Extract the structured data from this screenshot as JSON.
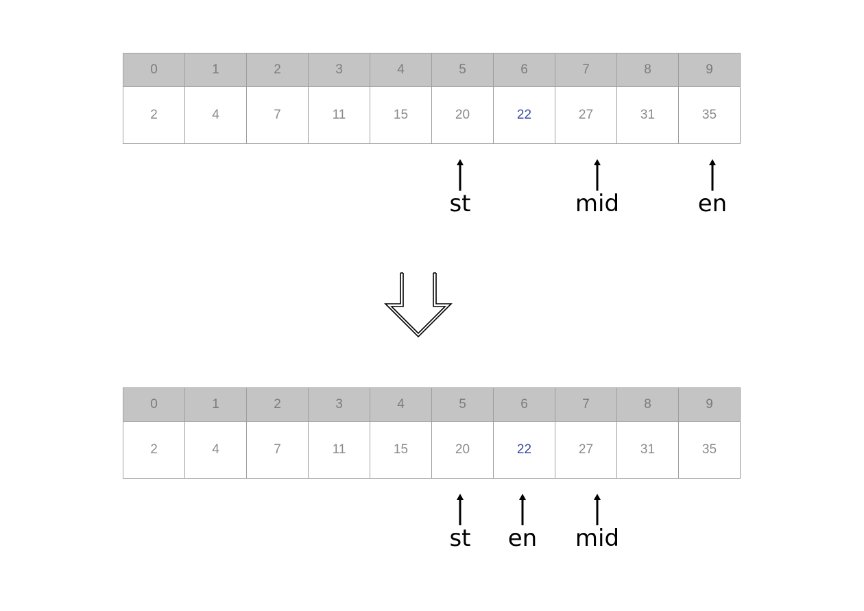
{
  "diagram": {
    "target_index": 6,
    "before": {
      "indices": [
        "0",
        "1",
        "2",
        "3",
        "4",
        "5",
        "6",
        "7",
        "8",
        "9"
      ],
      "values": [
        "2",
        "4",
        "7",
        "11",
        "15",
        "20",
        "22",
        "27",
        "31",
        "35"
      ],
      "pointers": [
        {
          "label": "st",
          "index": 5
        },
        {
          "label": "mid",
          "index": 7
        },
        {
          "label": "en",
          "index": 9
        }
      ]
    },
    "after": {
      "indices": [
        "0",
        "1",
        "2",
        "3",
        "4",
        "5",
        "6",
        "7",
        "8",
        "9"
      ],
      "values": [
        "2",
        "4",
        "7",
        "11",
        "15",
        "20",
        "22",
        "27",
        "31",
        "35"
      ],
      "pointers": [
        {
          "label": "st",
          "index": 5
        },
        {
          "label": "en",
          "index": 6
        },
        {
          "label": "mid",
          "index": 7
        }
      ]
    },
    "transition_icon": "hollow-down-arrow-icon",
    "colors": {
      "header_bg": "#c4c4c4",
      "target_value": "#3a48a3",
      "cell_border": "#9e9e9e"
    }
  }
}
